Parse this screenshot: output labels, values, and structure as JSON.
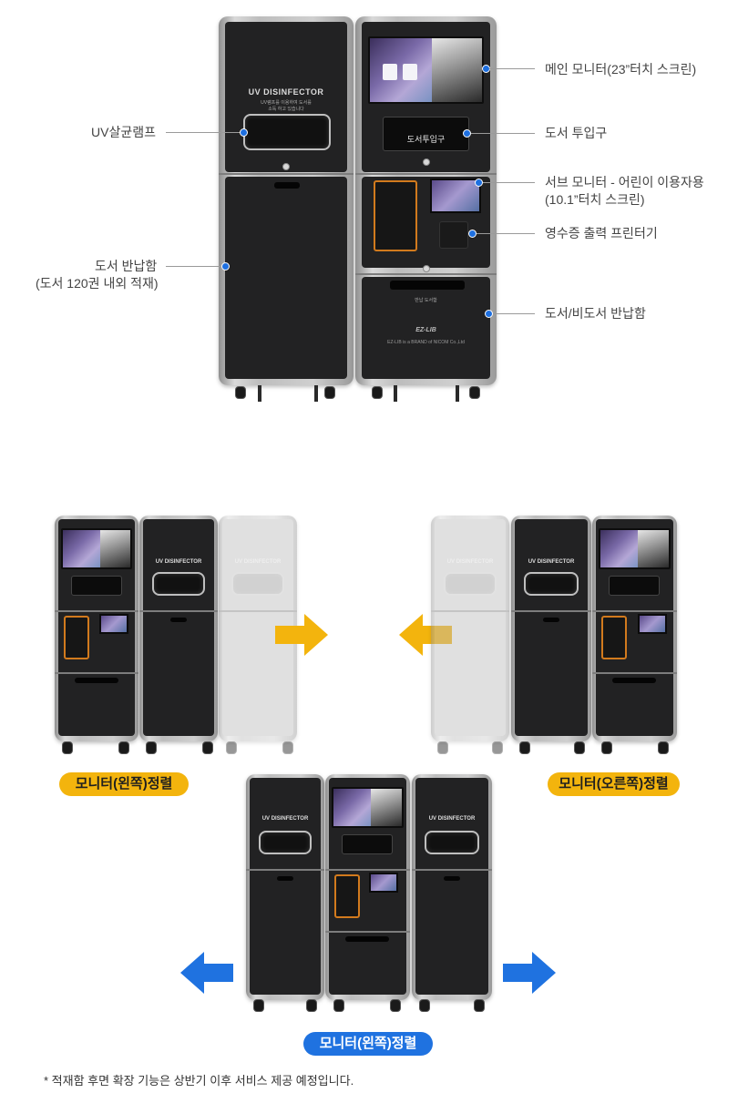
{
  "top": {
    "uv_text": "UV DISINFECTOR",
    "uv_sub_1": "UV램프를 이용하여 도서를",
    "uv_sub_2": "소독 하고 있습니다",
    "slot_label": "도서투입구",
    "return_label": "반납 도서함",
    "brand": "EZ-LIB",
    "brand_line": "EZ-LIB is a BRAND of NICOM Co.,Ltd"
  },
  "labels": {
    "uv_lamp": "UV살균램프",
    "return_box_1": "도서 반납함",
    "return_box_2": "(도서 120권 내외 적재)",
    "main_monitor": "메인 모니터(23”터치 스크린)",
    "book_slot": "도서 투입구",
    "sub_monitor_1": "서브 모니터 - 어린이 이용자용",
    "sub_monitor_2": "(10.1”터치 스크린)",
    "receipt_printer": "영수증 출력 프린터기",
    "nonbook_return": "도서/비도서 반납함"
  },
  "arrangements": {
    "left_label": "모니터(왼쪽)정렬",
    "right_label": "모니터(오른쪽)정렬",
    "center_label": "모니터(왼쪽)정렬"
  },
  "footnote": "*  적재함 후면 확장 기능은 상반기 이후 서비스 제공 예정입니다.",
  "colors": {
    "accent_blue": "#1f72e0",
    "accent_yellow": "#f3b40d",
    "cabinet": "#222223"
  }
}
